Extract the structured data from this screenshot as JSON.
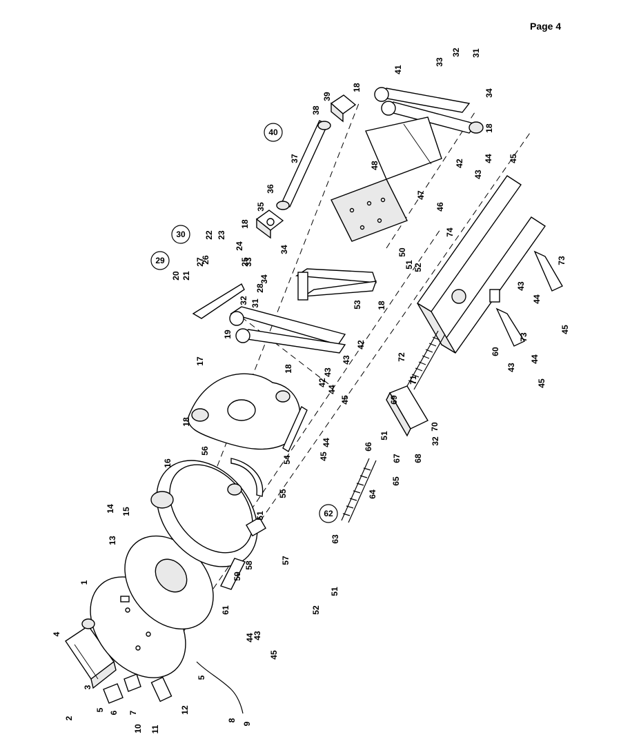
{
  "page": {
    "label": "Page 4"
  },
  "diagram": {
    "parts": [
      {
        "id": "1",
        "label": "1"
      },
      {
        "id": "2",
        "label": "2"
      },
      {
        "id": "3",
        "label": "3"
      },
      {
        "id": "4",
        "label": "4"
      },
      {
        "id": "5a",
        "label": "5"
      },
      {
        "id": "5b",
        "label": "5"
      },
      {
        "id": "6",
        "label": "6"
      },
      {
        "id": "7",
        "label": "7"
      },
      {
        "id": "8",
        "label": "8"
      },
      {
        "id": "9",
        "label": "9"
      },
      {
        "id": "10",
        "label": "10"
      },
      {
        "id": "11",
        "label": "11"
      },
      {
        "id": "12",
        "label": "12"
      },
      {
        "id": "13",
        "label": "13"
      },
      {
        "id": "14",
        "label": "14"
      },
      {
        "id": "15",
        "label": "15"
      },
      {
        "id": "16",
        "label": "16"
      },
      {
        "id": "17",
        "label": "17"
      },
      {
        "id": "18a",
        "label": "18"
      },
      {
        "id": "18b",
        "label": "18"
      },
      {
        "id": "18c",
        "label": "18"
      },
      {
        "id": "18d",
        "label": "18"
      },
      {
        "id": "18e",
        "label": "18"
      },
      {
        "id": "18f",
        "label": "18"
      },
      {
        "id": "19",
        "label": "19"
      },
      {
        "id": "20",
        "label": "20"
      },
      {
        "id": "21",
        "label": "21"
      },
      {
        "id": "22",
        "label": "22"
      },
      {
        "id": "23",
        "label": "23"
      },
      {
        "id": "24",
        "label": "24"
      },
      {
        "id": "25",
        "label": "25"
      },
      {
        "id": "26",
        "label": "26"
      },
      {
        "id": "27",
        "label": "27"
      },
      {
        "id": "28",
        "label": "28"
      },
      {
        "id": "29",
        "label": "29",
        "circled": true
      },
      {
        "id": "30",
        "label": "30",
        "circled": true
      },
      {
        "id": "31a",
        "label": "31"
      },
      {
        "id": "31b",
        "label": "31"
      },
      {
        "id": "32a",
        "label": "32"
      },
      {
        "id": "32b",
        "label": "32"
      },
      {
        "id": "32c",
        "label": "32"
      },
      {
        "id": "33a",
        "label": "33"
      },
      {
        "id": "33b",
        "label": "33"
      },
      {
        "id": "34a",
        "label": "34"
      },
      {
        "id": "34b",
        "label": "34"
      },
      {
        "id": "34c",
        "label": "34"
      },
      {
        "id": "35",
        "label": "35"
      },
      {
        "id": "36",
        "label": "36"
      },
      {
        "id": "37",
        "label": "37"
      },
      {
        "id": "38",
        "label": "38"
      },
      {
        "id": "39",
        "label": "39"
      },
      {
        "id": "40",
        "label": "40",
        "circled": true
      },
      {
        "id": "41",
        "label": "41"
      },
      {
        "id": "42a",
        "label": "42"
      },
      {
        "id": "42b",
        "label": "42"
      },
      {
        "id": "42c",
        "label": "42"
      },
      {
        "id": "43a",
        "label": "43"
      },
      {
        "id": "43b",
        "label": "43"
      },
      {
        "id": "43c",
        "label": "43"
      },
      {
        "id": "43d",
        "label": "43"
      },
      {
        "id": "43e",
        "label": "43"
      },
      {
        "id": "43f",
        "label": "43"
      },
      {
        "id": "44a",
        "label": "44"
      },
      {
        "id": "44b",
        "label": "44"
      },
      {
        "id": "44c",
        "label": "44"
      },
      {
        "id": "44d",
        "label": "44"
      },
      {
        "id": "44e",
        "label": "44"
      },
      {
        "id": "44f",
        "label": "44"
      },
      {
        "id": "45a",
        "label": "45"
      },
      {
        "id": "45b",
        "label": "45"
      },
      {
        "id": "45c",
        "label": "45"
      },
      {
        "id": "45d",
        "label": "45"
      },
      {
        "id": "45e",
        "label": "45"
      },
      {
        "id": "45f",
        "label": "45"
      },
      {
        "id": "46",
        "label": "46"
      },
      {
        "id": "47",
        "label": "47"
      },
      {
        "id": "48",
        "label": "48"
      },
      {
        "id": "50",
        "label": "50"
      },
      {
        "id": "51a",
        "label": "51"
      },
      {
        "id": "51b",
        "label": "51"
      },
      {
        "id": "51c",
        "label": "51"
      },
      {
        "id": "51d",
        "label": "51"
      },
      {
        "id": "52a",
        "label": "52"
      },
      {
        "id": "52b",
        "label": "52"
      },
      {
        "id": "53",
        "label": "53"
      },
      {
        "id": "54",
        "label": "54"
      },
      {
        "id": "55",
        "label": "55"
      },
      {
        "id": "56",
        "label": "56"
      },
      {
        "id": "57",
        "label": "57"
      },
      {
        "id": "58",
        "label": "58"
      },
      {
        "id": "59",
        "label": "59"
      },
      {
        "id": "60",
        "label": "60"
      },
      {
        "id": "61",
        "label": "61"
      },
      {
        "id": "62",
        "label": "62",
        "circled": true
      },
      {
        "id": "63",
        "label": "63"
      },
      {
        "id": "64",
        "label": "64"
      },
      {
        "id": "65",
        "label": "65"
      },
      {
        "id": "66",
        "label": "66"
      },
      {
        "id": "67",
        "label": "67"
      },
      {
        "id": "68",
        "label": "68"
      },
      {
        "id": "69",
        "label": "69"
      },
      {
        "id": "70",
        "label": "70"
      },
      {
        "id": "71",
        "label": "71"
      },
      {
        "id": "72",
        "label": "72"
      },
      {
        "id": "73a",
        "label": "73"
      },
      {
        "id": "73b",
        "label": "73"
      },
      {
        "id": "74",
        "label": "74"
      }
    ]
  }
}
